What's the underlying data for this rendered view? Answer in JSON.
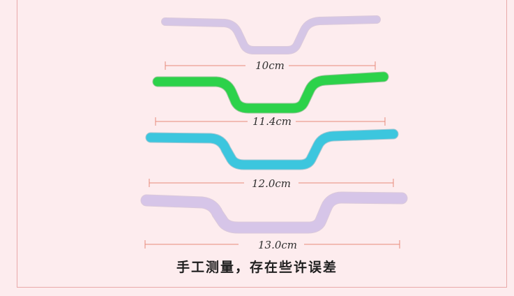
{
  "needles": [
    {
      "length_label": "10cm",
      "color": "#d5c6e6"
    },
    {
      "length_label": "11.4cm",
      "color": "#2cd24a"
    },
    {
      "length_label": "12.0cm",
      "color": "#3cc6de"
    },
    {
      "length_label": "13.0cm",
      "color": "#d6c5e8"
    }
  ],
  "caption": "手工测量，存在些许误差",
  "colors": {
    "background": "#fdecee",
    "frame": "#e9a9a9",
    "measure_line": "#e68a7a"
  }
}
